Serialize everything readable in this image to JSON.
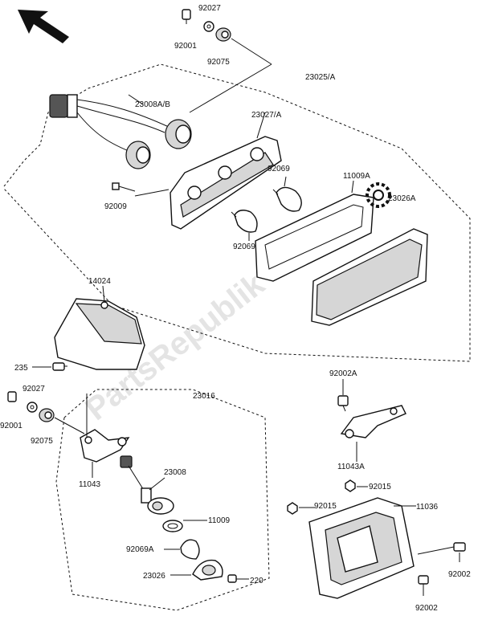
{
  "watermark": "PartsRepublik",
  "labels": {
    "p92027_top": "92027",
    "p92001_top": "92001",
    "p92075_top": "92075",
    "p23008ab": "23008A/B",
    "p23025a": "23025/A",
    "p23027a": "23027/A",
    "p92069_r": "92069",
    "p11009a": "11009A",
    "p23026a": "23026A",
    "p92009": "92009",
    "p92069_l": "92069",
    "p14024": "14024",
    "p235": "235",
    "p92027_mid": "92027",
    "p92001_mid": "92001",
    "p92075_mid": "92075",
    "p23016": "23016",
    "p92002a": "92002A",
    "p11043a": "11043A",
    "p11043": "11043",
    "p23008": "23008",
    "p11009": "11009",
    "p92069a": "92069A",
    "p23026": "23026",
    "p220": "220",
    "p92015_r": "92015",
    "p92015_l": "92015",
    "p11036": "11036",
    "p92002_r": "92002",
    "p92002_b": "92002"
  },
  "icons": {
    "front_arrow": "arrow-up-left-icon",
    "gear": "gear-icon"
  }
}
